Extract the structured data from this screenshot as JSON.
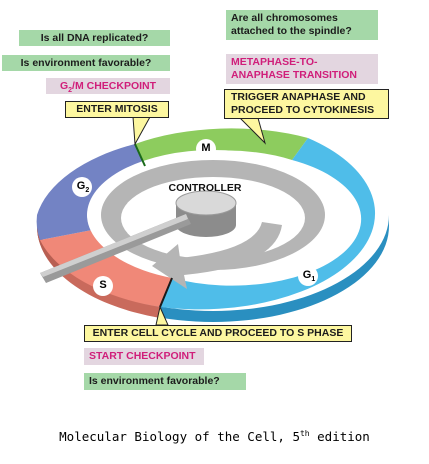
{
  "g2m": {
    "question1": "Is all DNA replicated?",
    "question2": "Is environment favorable?",
    "checkpoint_g": "G",
    "checkpoint_sub": "2",
    "checkpoint_rest": "/M CHECKPOINT",
    "action": "ENTER MITOSIS"
  },
  "meta": {
    "question": "Are all chromosomes attached to the spindle?",
    "checkpoint": "METAPHASE-TO-ANAPHASE TRANSITION",
    "action": "TRIGGER ANAPHASE AND PROCEED TO CYTOKINESIS"
  },
  "start": {
    "action": "ENTER CELL CYCLE AND PROCEED TO S PHASE",
    "checkpoint": "START CHECKPOINT",
    "question": "Is environment favorable?"
  },
  "phases": {
    "m": "M",
    "g2": "G",
    "g2_sub": "2",
    "s": "S",
    "g1": "G",
    "g1_sub": "1"
  },
  "controller_label": "CONTROLLER",
  "caption": {
    "text": "Molecular Biology of the Cell, 5",
    "sup": "th",
    "tail": " edition"
  },
  "colors": {
    "m_phase": "#8dcc5e",
    "g1_phase": "#4fbde9",
    "s_phase": "#f08878",
    "g2_phase": "#7383c4",
    "label_green": "#a5d8a8",
    "label_pink": "#e3d6e0",
    "label_yellow": "#fdf7a0",
    "checkpoint_text": "#d01e7a"
  }
}
